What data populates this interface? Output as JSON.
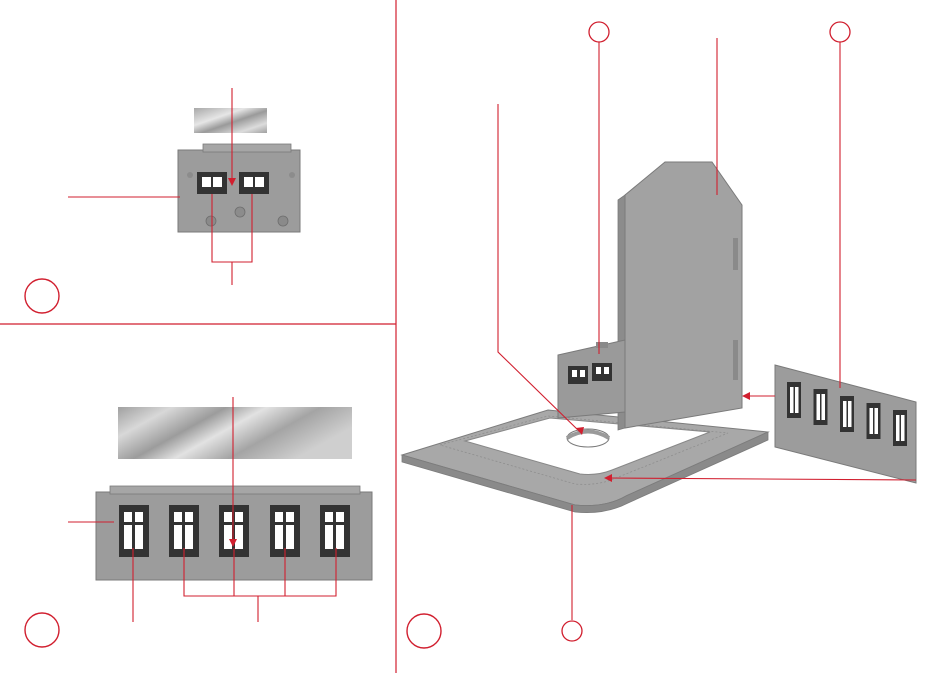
{
  "colors": {
    "accent": "#d11f2f",
    "part": "#9c9c9c",
    "part_light": "#bdbdbd",
    "part_dark": "#707070",
    "window_frame": "#333333",
    "window_glass": "#ffffff",
    "divider": "#d11f2f"
  },
  "steps": [
    {
      "panel": "top-left",
      "marker": ""
    },
    {
      "panel": "bottom-left",
      "marker": ""
    },
    {
      "panel": "right",
      "marker": ""
    }
  ],
  "callouts": [
    {
      "name": "callout-circle-wall-a",
      "label": ""
    },
    {
      "name": "callout-circle-wall-b",
      "label": ""
    },
    {
      "name": "callout-circle-base",
      "label": ""
    }
  ]
}
